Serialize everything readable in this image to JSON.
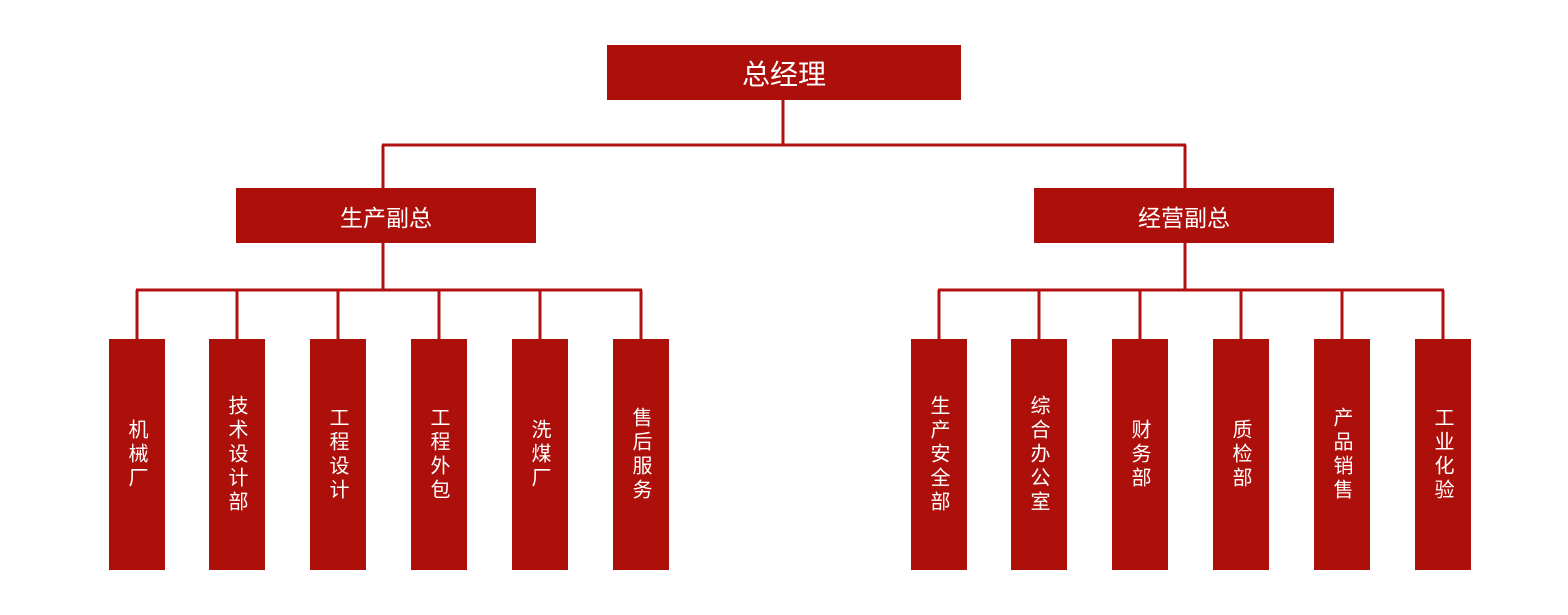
{
  "colors": {
    "box_fill": "#ad0f0b",
    "connector": "#b01010",
    "text": "#ffffff",
    "background": "#ffffff"
  },
  "org": {
    "root": {
      "label": "总经理",
      "children": [
        {
          "label": "生产副总",
          "departments": [
            "机械厂",
            "技术设计部",
            "工程设计",
            "工程外包",
            "洗煤厂",
            "售后服务"
          ]
        },
        {
          "label": "经营副总",
          "departments": [
            "生产安全部",
            "综合办公室",
            "财务部",
            "质检部",
            "产品销售",
            "工业化验"
          ]
        }
      ]
    }
  }
}
